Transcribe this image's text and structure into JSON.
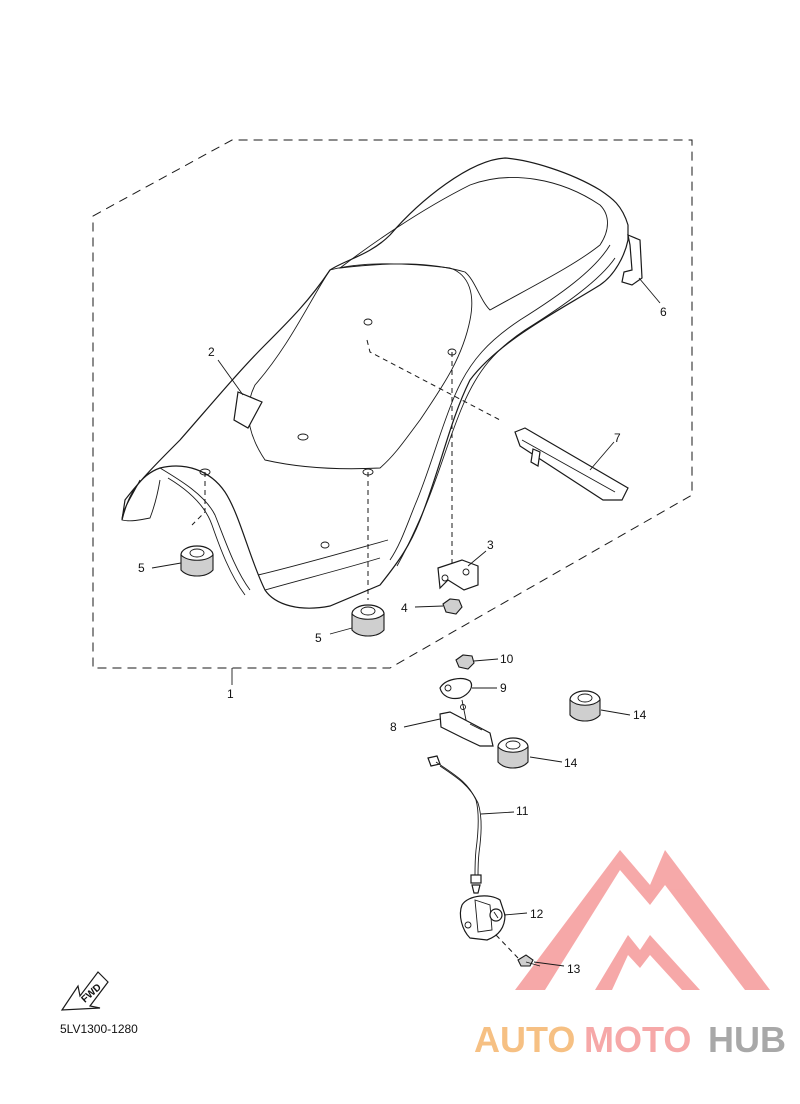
{
  "diagram": {
    "callouts": [
      {
        "id": "1",
        "text": "1"
      },
      {
        "id": "2",
        "text": "2"
      },
      {
        "id": "3",
        "text": "3"
      },
      {
        "id": "4",
        "text": "4"
      },
      {
        "id": "5a",
        "text": "5"
      },
      {
        "id": "5b",
        "text": "5"
      },
      {
        "id": "6",
        "text": "6"
      },
      {
        "id": "7",
        "text": "7"
      },
      {
        "id": "8",
        "text": "8"
      },
      {
        "id": "9",
        "text": "9"
      },
      {
        "id": "10",
        "text": "10"
      },
      {
        "id": "11",
        "text": "11"
      },
      {
        "id": "12",
        "text": "12"
      },
      {
        "id": "13",
        "text": "13"
      },
      {
        "id": "14a",
        "text": "14"
      },
      {
        "id": "14b",
        "text": "14"
      }
    ],
    "fwd_label": "FWD",
    "drawing_code": "5LV1300-1280"
  },
  "watermark": {
    "part1": "AUTO",
    "part2": "MOTO",
    "part3": "HUB",
    "color_orange": "#f5b66e",
    "color_pink": "#f59a9a",
    "color_grey": "#9a9a9a"
  }
}
